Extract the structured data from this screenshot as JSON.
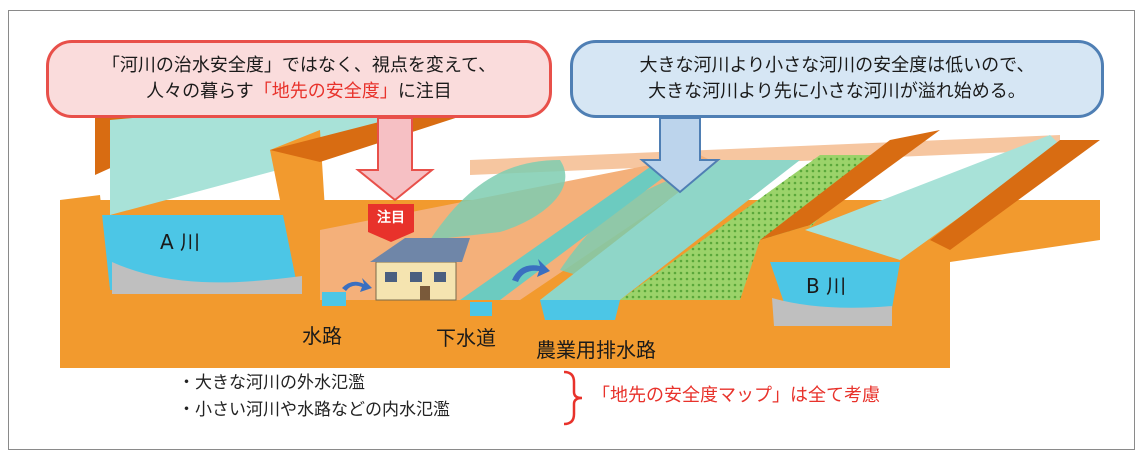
{
  "callout_left": {
    "line1": "「河川の治水安全度」ではなく、視点を変えて、",
    "line2_prefix": "人々の暮らす",
    "line2_highlight": "「地先の安全度」",
    "line2_suffix": "に注目"
  },
  "callout_right": {
    "line1": "大きな河川より小さな河川の安全度は低いので、",
    "line2": "大きな河川より先に小さな河川が溢れ始める。"
  },
  "badge": "注目",
  "labels": {
    "river_a": "A 川",
    "river_b": "B 川",
    "waterway": "水路",
    "sewer": "下水道",
    "agri_drain": "農業用排水路"
  },
  "notes": [
    "・大きな河川の外水氾濫",
    "・小さい河川や水路などの内水氾濫"
  ],
  "summary": "「地先の安全度マップ」は全て考慮",
  "colors": {
    "soil": "#f29a2e",
    "soil_dark": "#d86c12",
    "soil_top": "#f6b27a",
    "water": "#4cc6e6",
    "water_face": "#8fd6c8",
    "red_accent": "#e8322b",
    "blue_accent": "#4f7fb4"
  }
}
